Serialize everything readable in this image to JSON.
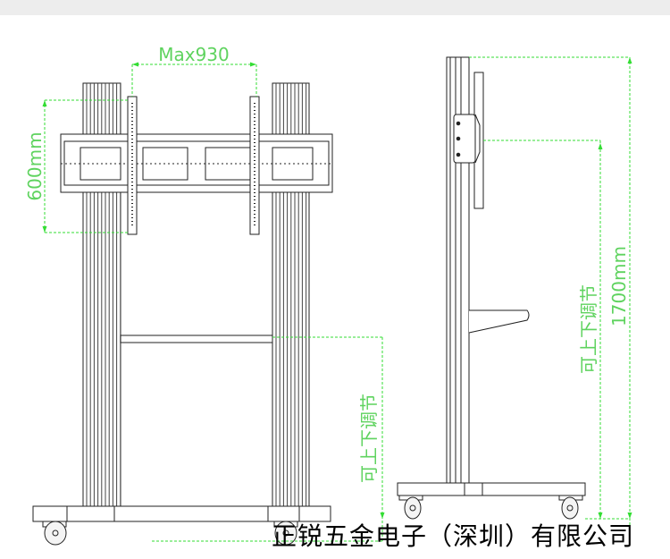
{
  "header": {
    "bar": ""
  },
  "front_view": {
    "width_dim_label": "Max930",
    "height_dim_label": "600mm",
    "adjust_label": "可上下调节"
  },
  "side_view": {
    "total_height_label": "1700mm",
    "adjust_label": "可上下调节"
  },
  "company_name": "正锐五金电子（深圳）有限公司",
  "colors": {
    "dimension": "#33dd33",
    "line": "#222222"
  }
}
